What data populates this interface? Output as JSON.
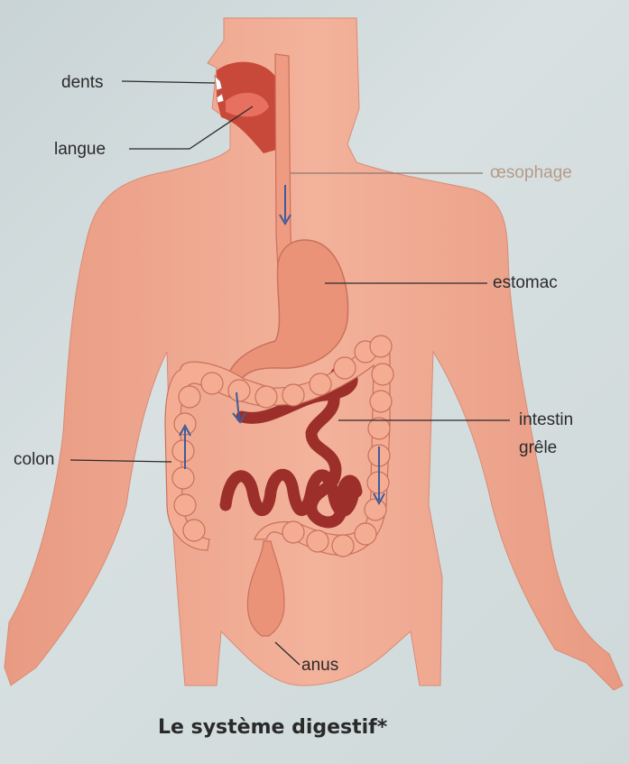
{
  "diagram": {
    "labels": {
      "dents": "dents",
      "langue": "langue",
      "oesophage": "œsophage",
      "estomac": "estomac",
      "intestin_line1": "intestin",
      "intestin_line2": "grêle",
      "colon": "colon",
      "anus": "anus"
    },
    "caption": "Le système digestif*",
    "colors": {
      "skin": "#f0a58d",
      "skin_shade": "#e8917a",
      "organ": "#e48e78",
      "intestine": "#9c2f2a",
      "colon": "#f2a98f",
      "arrow": "#3e5c9a"
    }
  }
}
